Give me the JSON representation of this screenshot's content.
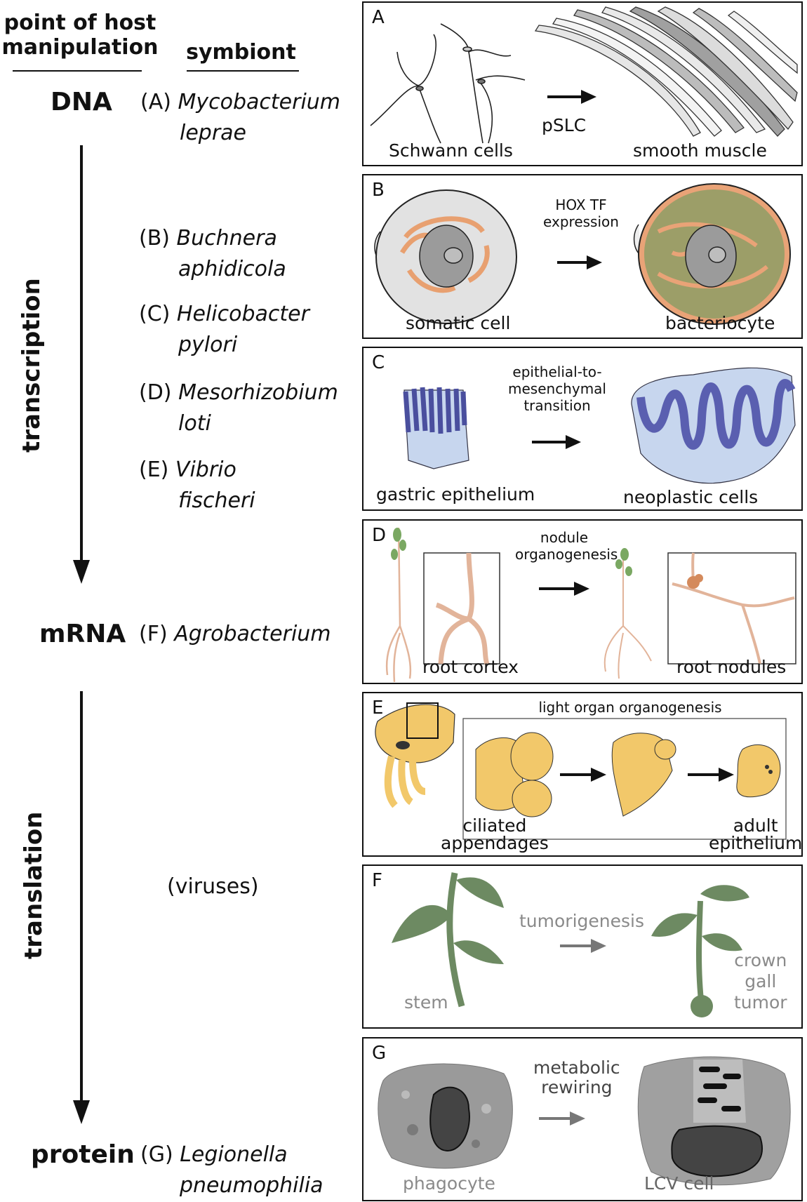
{
  "headers": {
    "point": "point of host manipulation",
    "point_line1": "point of host",
    "point_line2": "manipulation",
    "symbiont": "symbiont"
  },
  "stages": {
    "dna": "DNA",
    "mrna": "mRNA",
    "protein": "protein"
  },
  "processes": {
    "transcription": "transcription",
    "translation": "translation"
  },
  "symbionts": [
    {
      "letter": "(A)",
      "name1": "Mycobacterium",
      "name2": "leprae"
    },
    {
      "letter": "(B)",
      "name1": "Buchnera",
      "name2": "aphidicola"
    },
    {
      "letter": "(C)",
      "name1": "Helicobacter",
      "name2": "pylori"
    },
    {
      "letter": "(D)",
      "name1": "Mesorhizobium",
      "name2": "loti"
    },
    {
      "letter": "(E)",
      "name1": "Vibrio",
      "name2": "fischeri"
    },
    {
      "letter": "(F)",
      "name1": "Agrobacterium",
      "name2": ""
    },
    {
      "letter": "(viruses)",
      "name1": "",
      "name2": ""
    },
    {
      "letter": "(G)",
      "name1": "Legionella",
      "name2": "pneumophilia"
    }
  ],
  "panels": {
    "A": {
      "label": "A",
      "left": "Schwann cells",
      "arrow": "pSLC",
      "right": "smooth muscle"
    },
    "B": {
      "label": "B",
      "left": "somatic cell",
      "arrow1": "HOX TF",
      "arrow2": "expression",
      "right": "bacteriocyte"
    },
    "C": {
      "label": "C",
      "left": "gastric epithelium",
      "arrow1": "epithelial-to-",
      "arrow2": "mesenchymal",
      "arrow3": "transition",
      "right": "neoplastic cells"
    },
    "D": {
      "label": "D",
      "left": "root cortex",
      "arrow1": "nodule",
      "arrow2": "organogenesis",
      "right": "root nodules"
    },
    "E": {
      "label": "E",
      "title": "light organ organogenesis",
      "left1": "ciliated",
      "left2": "appendages",
      "right1": "adult",
      "right2": "epithelium"
    },
    "F": {
      "label": "F",
      "left": "stem",
      "arrow": "tumorigenesis",
      "right1": "crown",
      "right2": "gall",
      "right3": "tumor"
    },
    "G": {
      "label": "G",
      "left": "phagocyte",
      "arrow1": "metabolic",
      "arrow2": "rewiring",
      "right": "LCV cell"
    }
  },
  "colors": {
    "orange": "#e8a070",
    "blue": "#5a5fb0",
    "lightblue": "#c7d6ee",
    "yellow": "#f2c86a",
    "green": "#6d8a62",
    "tan": "#e2b49a",
    "grey": "#9a9a9a"
  }
}
